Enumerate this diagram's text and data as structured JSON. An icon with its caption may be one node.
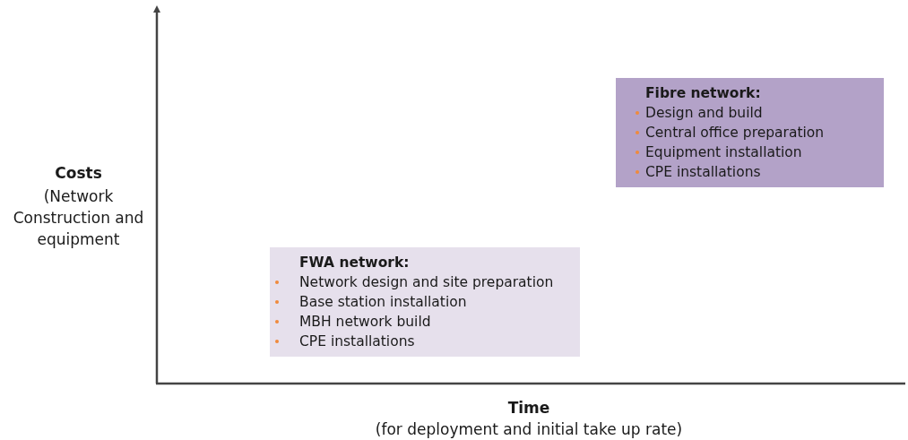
{
  "diagram": {
    "nodes": [
      {
        "text": [
          "Fibre network:",
          "Design and build",
          "Central office preparation",
          "Equipment installation",
          "CPE installations"
        ]
      },
      {
        "text": [
          "FWA network:",
          "Network design and site preparation",
          "Base station installation",
          "MBH network build",
          "CPE installations"
        ]
      }
    ],
    "labels": [
      "Costs",
      "(Network Construction and equipment",
      "Time",
      "(for deployment and initial take up rate)"
    ]
  }
}
